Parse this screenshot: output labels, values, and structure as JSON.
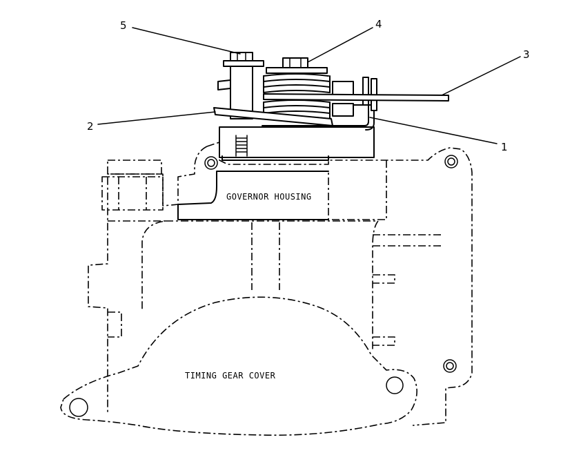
{
  "labels": {
    "governor_housing": "GOVERNOR HOUSING",
    "timing_gear_cover": "TIMING GEAR COVER"
  },
  "callouts": [
    "1",
    "2",
    "3",
    "4",
    "5"
  ]
}
